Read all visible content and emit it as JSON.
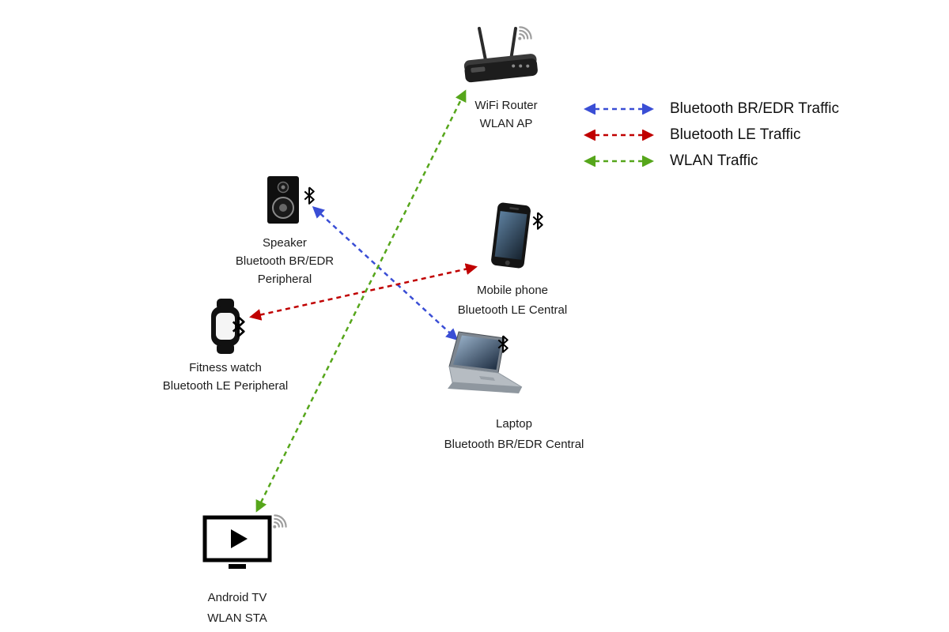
{
  "canvas": {
    "width": "1200",
    "height": "800",
    "background": "#ffffff"
  },
  "colors": {
    "bluetooth_br_edr": "#3a4ed5",
    "bluetooth_le": "#c00000",
    "wlan": "#56a61b",
    "wifi_signal_icon": "#9e9e9e",
    "bluetooth_icon": "#000000"
  },
  "legend": {
    "items": [
      {
        "label": "Bluetooth BR/EDR Traffic"
      },
      {
        "label": "Bluetooth LE Traffic"
      },
      {
        "label": "WLAN Traffic"
      }
    ]
  },
  "nodes": {
    "router": {
      "icon": "wifi-router-icon",
      "lines": [
        "WiFi Router",
        "WLAN AP"
      ]
    },
    "speaker": {
      "icon": "speaker-icon",
      "lines": [
        "Speaker",
        "Bluetooth BR/EDR",
        "Peripheral"
      ]
    },
    "phone": {
      "icon": "mobile-phone-icon",
      "lines": [
        "Mobile phone",
        "Bluetooth LE Central"
      ]
    },
    "watch": {
      "icon": "fitness-watch-icon",
      "lines": [
        "Fitness watch",
        "Bluetooth LE Peripheral"
      ]
    },
    "laptop": {
      "icon": "laptop-icon",
      "lines": [
        "Laptop",
        "Bluetooth BR/EDR Central"
      ]
    },
    "tv": {
      "icon": "android-tv-icon",
      "lines": [
        "Android TV",
        "WLAN STA"
      ]
    }
  },
  "connections": [
    {
      "from": "Speaker",
      "to": "Laptop",
      "traffic": "Bluetooth BR/EDR Traffic"
    },
    {
      "from": "Fitness watch",
      "to": "Mobile phone",
      "traffic": "Bluetooth LE Traffic"
    },
    {
      "from": "Android TV",
      "to": "WiFi Router",
      "traffic": "WLAN Traffic"
    }
  ]
}
